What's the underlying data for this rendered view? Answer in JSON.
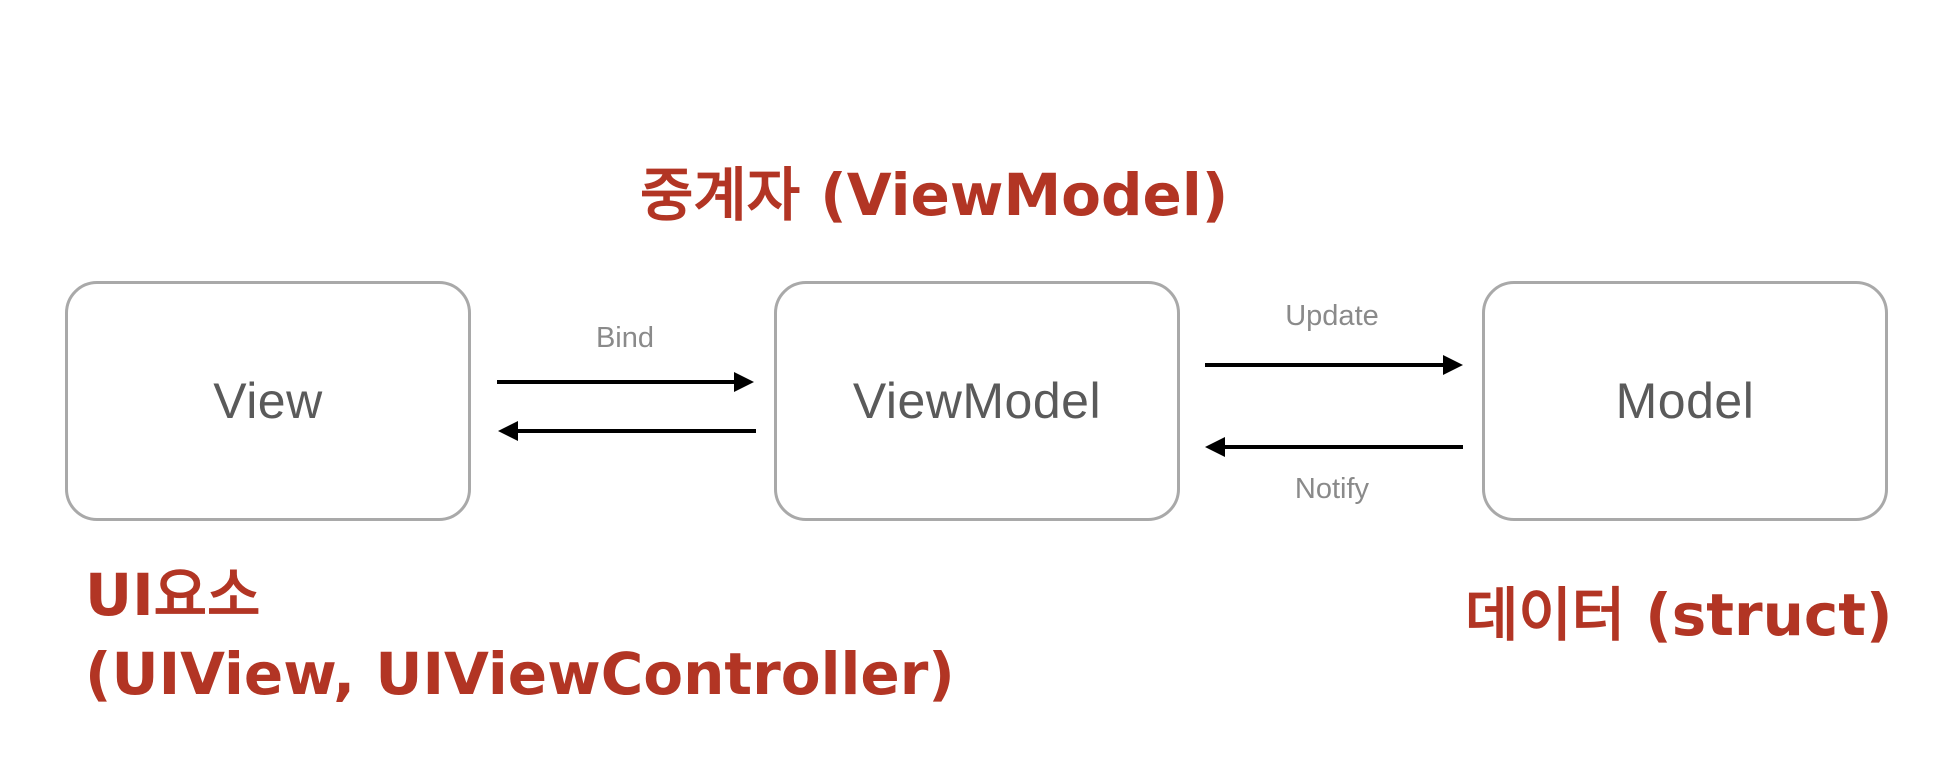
{
  "diagram": {
    "middle_title": "중계자 (ViewModel)",
    "boxes": {
      "view": "View",
      "viewmodel": "ViewModel",
      "model": "Model"
    },
    "arrows": {
      "bind": "Bind",
      "update": "Update",
      "notify": "Notify"
    },
    "captions": {
      "left_line1": "UI요소",
      "left_line2": "(UIView, UIViewController)",
      "right": "데이터 (struct)"
    },
    "colors": {
      "caption": "#b23524",
      "box_border": "#a9a9a9",
      "box_text": "#5a5a5a",
      "arrow_label": "#8a8a8a",
      "arrow": "#000000"
    }
  }
}
